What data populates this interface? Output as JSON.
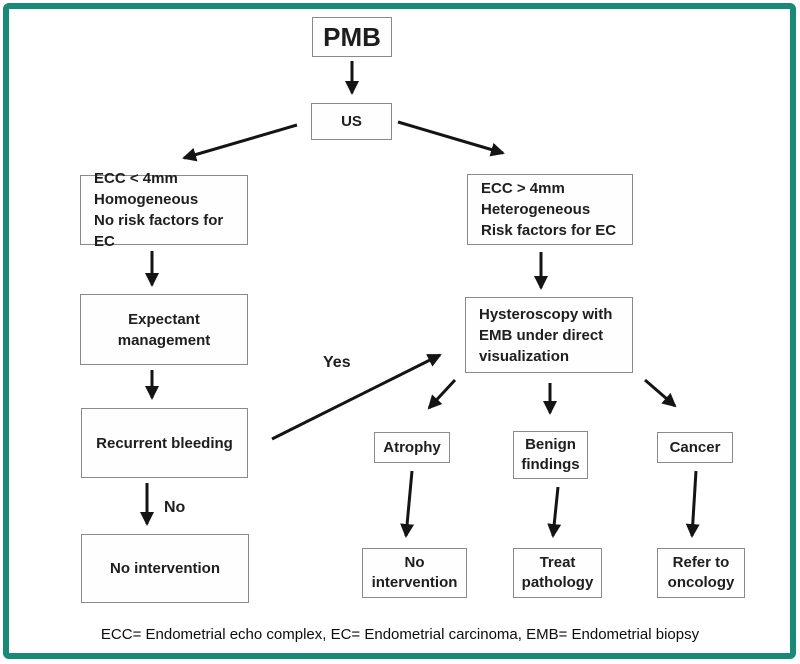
{
  "nodes": {
    "pmb": {
      "label": "PMB"
    },
    "us": {
      "label": "US"
    },
    "ecc_less": {
      "label": "ECC < 4mm\nHomogeneous\nNo risk factors for EC"
    },
    "ecc_greater": {
      "label": "ECC > 4mm\nHeterogeneous\nRisk factors for EC"
    },
    "expectant": {
      "label": "Expectant\nmanagement"
    },
    "recurrent": {
      "label": "Recurrent bleeding"
    },
    "no_intervention_left": {
      "label": "No intervention"
    },
    "hysteroscopy": {
      "label": "Hysteroscopy with\nEMB under direct\nvisualization"
    },
    "atrophy": {
      "label": "Atrophy"
    },
    "benign": {
      "label": "Benign\nfindings"
    },
    "cancer": {
      "label": "Cancer"
    },
    "no_intervention_right": {
      "label": "No\nintervention"
    },
    "treat_pathology": {
      "label": "Treat\npathology"
    },
    "refer_oncology": {
      "label": "Refer to\noncology"
    }
  },
  "edge_labels": {
    "yes": "Yes",
    "no": "No"
  },
  "edges": [
    {
      "from": "pmb",
      "to": "us"
    },
    {
      "from": "us",
      "to": "ecc_less"
    },
    {
      "from": "us",
      "to": "ecc_greater"
    },
    {
      "from": "ecc_less",
      "to": "expectant"
    },
    {
      "from": "expectant",
      "to": "recurrent"
    },
    {
      "from": "recurrent",
      "to": "no_intervention_left",
      "label": "No"
    },
    {
      "from": "recurrent",
      "to": "hysteroscopy",
      "label": "Yes"
    },
    {
      "from": "ecc_greater",
      "to": "hysteroscopy"
    },
    {
      "from": "hysteroscopy",
      "to": "atrophy"
    },
    {
      "from": "hysteroscopy",
      "to": "benign"
    },
    {
      "from": "hysteroscopy",
      "to": "cancer"
    },
    {
      "from": "atrophy",
      "to": "no_intervention_right"
    },
    {
      "from": "benign",
      "to": "treat_pathology"
    },
    {
      "from": "cancer",
      "to": "refer_oncology"
    }
  ],
  "caption": "ECC= Endometrial echo complex, EC= Endometrial carcinoma, EMB= Endometrial biopsy",
  "colors": {
    "frame": "#1a8a78",
    "box_border": "#8a8a8a",
    "arrow": "#141414",
    "text": "#1e1e1e",
    "background": "#ffffff"
  }
}
